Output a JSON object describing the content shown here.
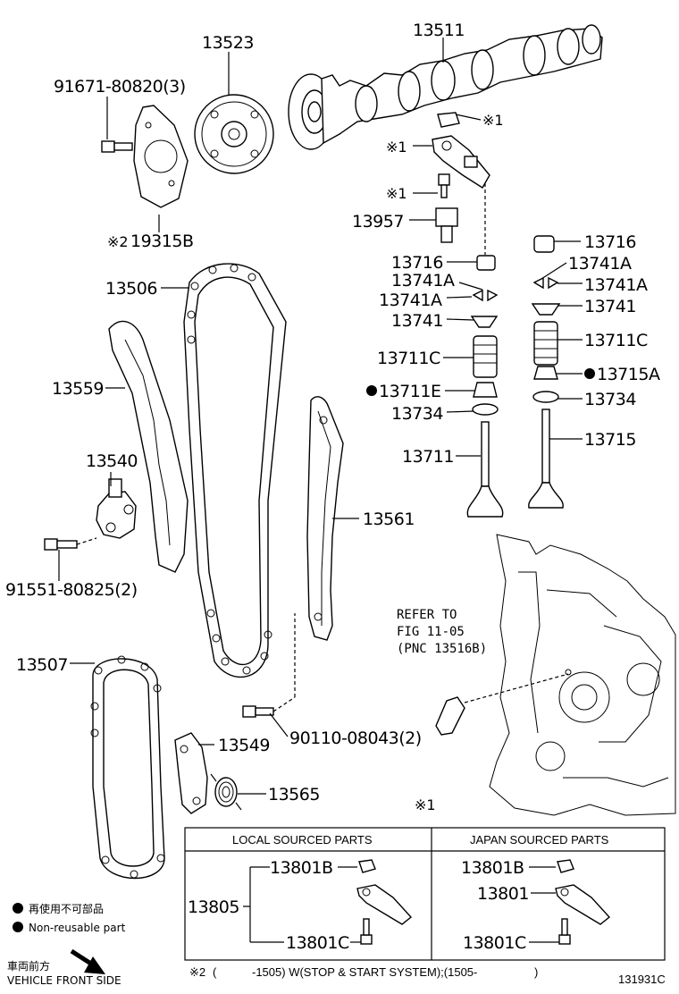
{
  "callouts": {
    "p13523": "13523",
    "p13511": "13511",
    "p91671": "91671-80820(3)",
    "p19315b": "19315B",
    "note_mark": "※1",
    "note2_mark": "※2",
    "p13957": "13957",
    "p13716_l": "13716",
    "p13716_r": "13716",
    "p13741a_1": "13741A",
    "p13741a_2": "13741A",
    "p13741a_3": "13741A",
    "p13741a_4": "13741A",
    "p13741_l": "13741",
    "p13741_r": "13741",
    "p13711c_l": "13711C",
    "p13711c_r": "13711C",
    "p13711e": "13711E",
    "p13715a": "13715A",
    "p13734_l": "13734",
    "p13734_r": "13734",
    "p13711": "13711",
    "p13715": "13715",
    "p13506": "13506",
    "p13559": "13559",
    "p13540": "13540",
    "p91551": "91551-80825(2)",
    "p13561": "13561",
    "p13507": "13507",
    "p13549": "13549",
    "p90110": "90110-08043(2)",
    "p13565": "13565"
  },
  "refer": {
    "line1": "REFER TO",
    "line2": "FIG 11-05",
    "line3": "(PNC 13516B)"
  },
  "table": {
    "note_mark": "※1",
    "left_header": "LOCAL SOURCED PARTS",
    "right_header": "JAPAN SOURCED PARTS",
    "left_group": "13805",
    "left_top": "13801B",
    "left_bottom": "13801C",
    "right_top": "13801B",
    "right_mid": "13801",
    "right_bottom": "13801C"
  },
  "legend": {
    "line_jp": "再使用不可部品",
    "line_en": "Non-reusable part"
  },
  "vehicle": {
    "jp": "車両前方",
    "en": "VEHICLE FRONT SIDE"
  },
  "footnote": {
    "open": "(",
    "text": "-1505) W(STOP & START SYSTEM);(1505-",
    "close": ")"
  },
  "figure_code": "131931C"
}
